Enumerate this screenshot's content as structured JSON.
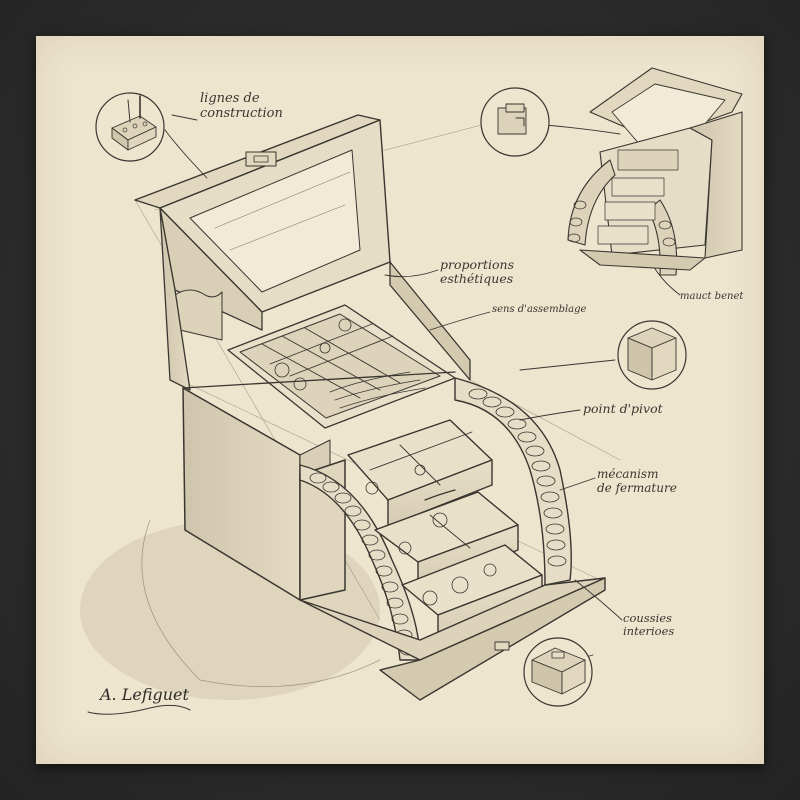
{
  "annotations": {
    "lignes": [
      "lignes de",
      "construction"
    ],
    "proportions": [
      "proportions",
      "esthétiques"
    ],
    "sens": "sens d'assemblage",
    "pivot": "point d'pivot",
    "mecanism": [
      "mécanism",
      "de fermature"
    ],
    "coussins": [
      "coussies",
      "interioes"
    ],
    "mauct": "mauct benet"
  },
  "signature": "A. Lefiguet",
  "colors": {
    "paper": "#eee5cf",
    "frame": "#2b2b2c",
    "pencil": "#3a3630"
  }
}
